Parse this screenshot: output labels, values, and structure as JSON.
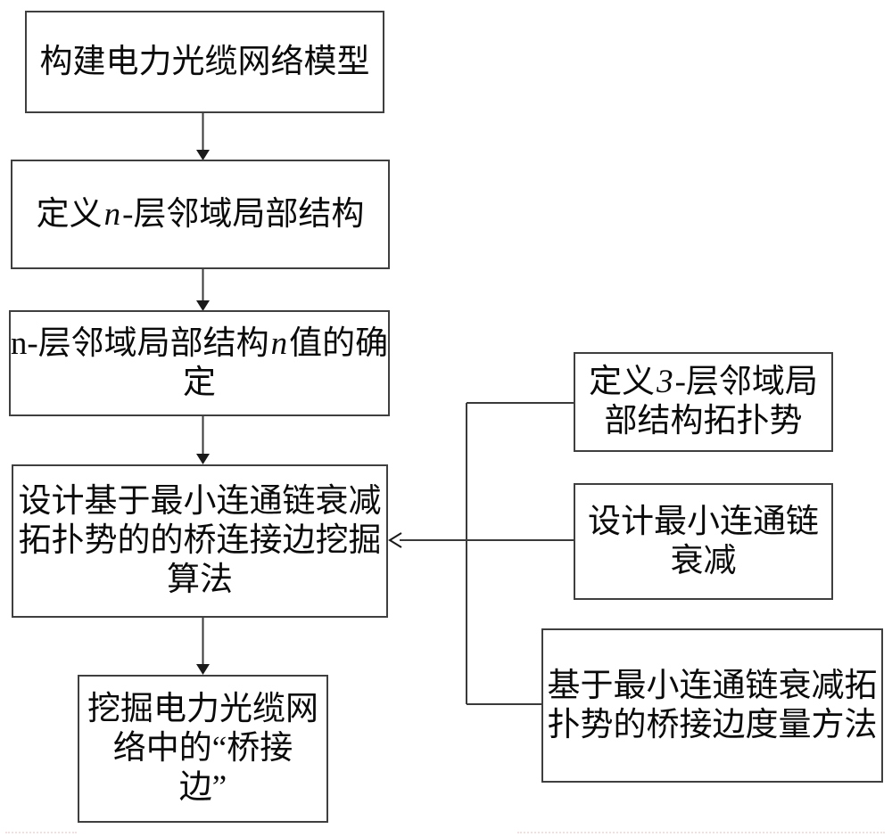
{
  "figure": {
    "type": "flowchart",
    "background_color": "#ffffff",
    "line_color": "#3a3a3a",
    "box_border_color": "#3f3f3f",
    "text_color": "#0a0a0a",
    "boxes": {
      "b1": {
        "l1": "构建电力光缆网络模型"
      },
      "b2": {
        "pre": "定义",
        "it": "n",
        "post": "-层邻域局部结构"
      },
      "b3": {
        "l1pre": "n-层邻域局部结构",
        "l1it": "n",
        "l1post": "值的确",
        "l2": "定"
      },
      "b4": {
        "l1": "设计基于最小连通链衰减",
        "l2": "拓扑势的的桥连接边挖掘",
        "l3": "算法"
      },
      "b5": {
        "l1": "挖掘电力光缆网",
        "l2": "络中的“桥接",
        "l3": "边”"
      },
      "r1": {
        "pre": "定义",
        "it": "3",
        "post": "-层邻域局",
        "l2": "部结构拓扑势"
      },
      "r2": {
        "l1": "设计最小连通链",
        "l2": "衰减"
      },
      "r3": {
        "l1": "基于最小连通链衰减拓",
        "l2": "扑势的桥接边度量方法"
      }
    },
    "edges": [
      {
        "from": "b1",
        "to": "b2",
        "style": "arrow-down"
      },
      {
        "from": "b2",
        "to": "b3",
        "style": "arrow-down"
      },
      {
        "from": "b3",
        "to": "b4",
        "style": "arrow-down"
      },
      {
        "from": "b4",
        "to": "b5",
        "style": "arrow-down"
      },
      {
        "from": "r1",
        "to": "b4",
        "style": "bus-arrow-left"
      },
      {
        "from": "r2",
        "to": "b4",
        "style": "bus-arrow-left"
      },
      {
        "from": "r3",
        "to": "b4",
        "style": "bus-arrow-left"
      }
    ]
  }
}
